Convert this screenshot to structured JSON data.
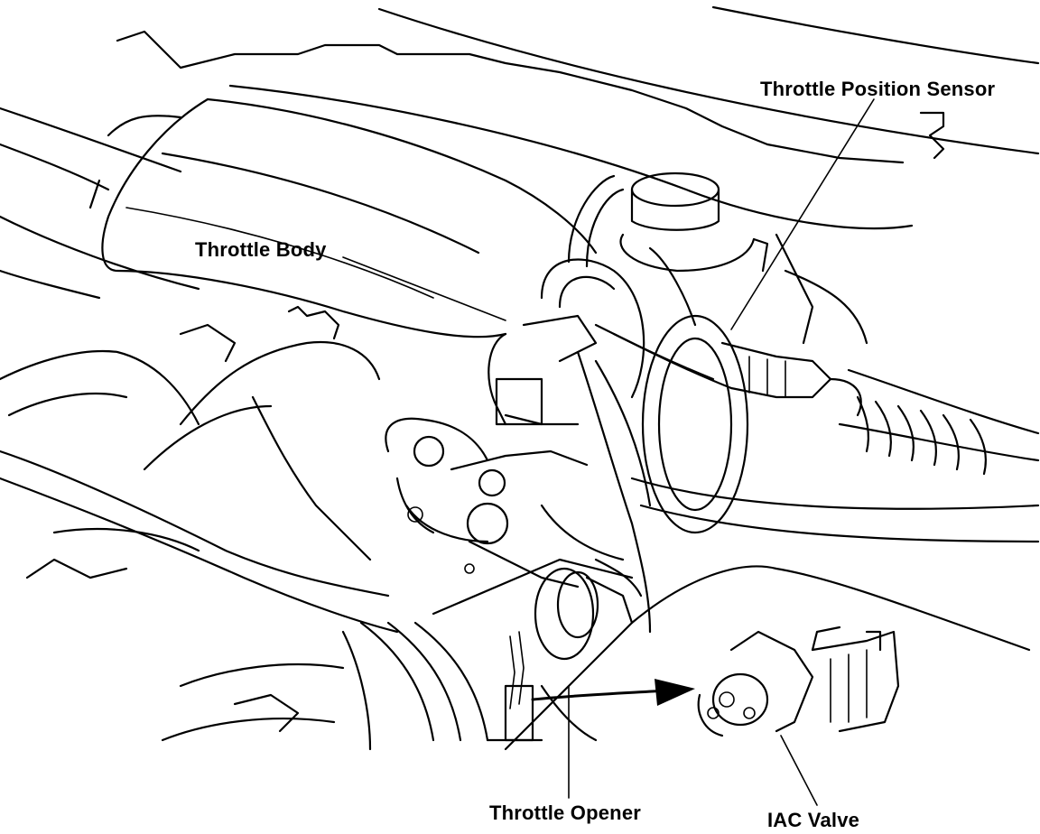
{
  "labels": {
    "throttle_position_sensor": "Throttle Position Sensor",
    "throttle_body": "Throttle Body",
    "throttle_opener": "Throttle Opener",
    "iac_valve": "IAC Valve"
  },
  "colors": {
    "ink": "#000000",
    "background": "#ffffff"
  }
}
